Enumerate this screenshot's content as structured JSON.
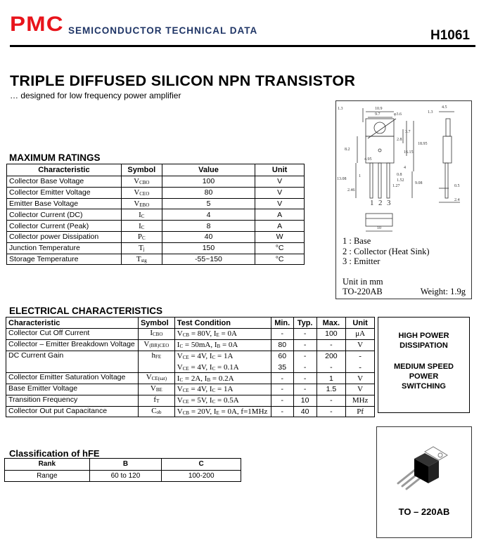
{
  "header": {
    "logo": "PMC",
    "tagline": "SEMICONDUCTOR TECHNICAL DATA",
    "part_number": "H1061"
  },
  "title": "TRIPLE DIFFUSED SILICON NPN TRANSISTOR",
  "subtitle": "… designed for low frequency power amplifier",
  "max_ratings": {
    "heading": "MAXIMUM RATINGS",
    "columns": [
      "Characteristic",
      "Symbol",
      "Value",
      "Unit"
    ],
    "rows": [
      {
        "char": "Collector Base Voltage",
        "sym": "V",
        "sub": "CBO",
        "value": "100",
        "unit": "V"
      },
      {
        "char": "Collector Emitter Voltage",
        "sym": "V",
        "sub": "CEO",
        "value": "80",
        "unit": "V"
      },
      {
        "char": "Emitter Base Voltage",
        "sym": "V",
        "sub": "EBO",
        "value": "5",
        "unit": "V"
      },
      {
        "char": "Collector Current (DC)",
        "sym": "I",
        "sub": "C",
        "value": "4",
        "unit": "A"
      },
      {
        "char": "Collector Current (Peak)",
        "sym": "I",
        "sub": "C",
        "value": "8",
        "unit": "A"
      },
      {
        "char": "Collector power Dissipation",
        "sym": "P",
        "sub": "C",
        "value": "40",
        "unit": "W"
      },
      {
        "char": "Junction Temperature",
        "sym": "T",
        "sub": "j",
        "value": "150",
        "unit": "°C"
      },
      {
        "char": "Storage Temperature",
        "sym": "T",
        "sub": "stg",
        "value": "-55~150",
        "unit": "°C"
      }
    ]
  },
  "electrical": {
    "heading": "ELECTRICAL CHARACTERISTICS",
    "columns": [
      "Characteristic",
      "Symbol",
      "Test Condition",
      "Min.",
      "Typ.",
      "Max.",
      "Unit"
    ],
    "rows": [
      {
        "char": "Collector Cut Off Current",
        "sym": "I",
        "sub": "CBO",
        "cond": "VCB = 80V, IE = 0A",
        "min": "-",
        "typ": "-",
        "max": "100",
        "unit": "μA"
      },
      {
        "char": "Collector – Emitter Breakdown Voltage",
        "sym": "V",
        "sub": "(BR)CEO",
        "cond": "IC = 50mA, IB = 0A",
        "min": "80",
        "typ": "-",
        "max": "-",
        "unit": "V"
      },
      {
        "char": "DC Current Gain",
        "sym": "h",
        "sub": "FE",
        "cond": "VCE = 4V, IC = 1A",
        "min": "60",
        "typ": "-",
        "max": "200",
        "unit": "-"
      },
      {
        "char": "",
        "sym": "",
        "sub": "",
        "cond": "VCE = 4V, IC = 0.1A",
        "min": "35",
        "typ": "-",
        "max": "-",
        "unit": "-"
      },
      {
        "char": "Collector Emitter Saturation Voltage",
        "sym": "V",
        "sub": "CE(sat)",
        "cond": "IC = 2A, IB = 0.2A",
        "min": "-",
        "typ": "-",
        "max": "1",
        "unit": "V"
      },
      {
        "char": "Base Emitter Voltage",
        "sym": "V",
        "sub": "BE",
        "cond": "VCE = 4V, IC = 1A",
        "min": "-",
        "typ": "-",
        "max": "1.5",
        "unit": "V"
      },
      {
        "char": "Transition Frequency",
        "sym": "f",
        "sub": "T",
        "cond": "VCE = 5V, IC = 0.5A",
        "min": "-",
        "typ": "10",
        "max": "-",
        "unit": "MHz"
      },
      {
        "char": "Collector Out put Capacitance",
        "sym": "C",
        "sub": "ob",
        "cond": "VCB = 20V, IE = 0A, f=1MHz",
        "min": "-",
        "typ": "40",
        "max": "-",
        "unit": "Pf"
      }
    ]
  },
  "features": [
    "HIGH POWER",
    "DISSIPATION",
    "MEDIUM SPEED",
    "POWER",
    "SWITCHING"
  ],
  "classification": {
    "heading": "Classification of hFE",
    "rank_label": "Rank",
    "range_label": "Range",
    "ranks": [
      "B",
      "C"
    ],
    "ranges": [
      "60 to 120",
      "100-200"
    ]
  },
  "package": {
    "pins": [
      "1 : Base",
      "2 : Collector (Heat Sink)",
      "3 : Emitter"
    ],
    "unit": "Unit in mm",
    "name": "TO-220AB",
    "weight": "Weight: 1.9g",
    "dims": [
      "10.9",
      "9.7",
      "φ3.6",
      "1.3",
      "3.7",
      "2.8",
      "16.15",
      "18.95",
      "8.2",
      "4.95",
      "4",
      "13.08",
      "2.46",
      "1",
      "0.8",
      "1.52",
      "1.27",
      "9.08",
      "4.5",
      "1.3",
      "0.5",
      "2.4",
      "10",
      "1",
      "2",
      "3"
    ]
  },
  "package_image_label": "TO – 220AB"
}
